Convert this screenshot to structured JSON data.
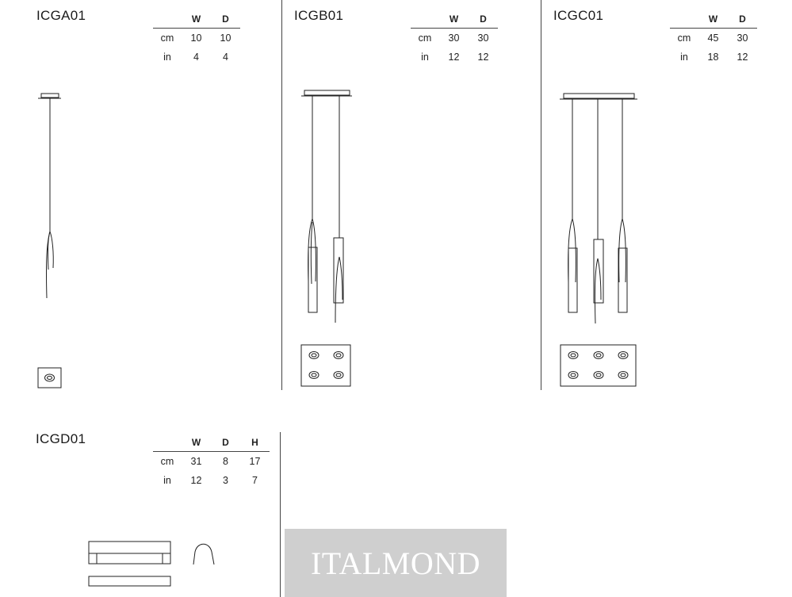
{
  "products": [
    {
      "code": "ICGA01",
      "headers": [
        "W",
        "D"
      ],
      "rows": [
        {
          "unit": "cm",
          "values": [
            "10",
            "10"
          ]
        },
        {
          "unit": "in",
          "values": [
            "4",
            "4"
          ]
        }
      ]
    },
    {
      "code": "ICGB01",
      "headers": [
        "W",
        "D"
      ],
      "rows": [
        {
          "unit": "cm",
          "values": [
            "30",
            "30"
          ]
        },
        {
          "unit": "in",
          "values": [
            "12",
            "12"
          ]
        }
      ]
    },
    {
      "code": "ICGC01",
      "headers": [
        "W",
        "D"
      ],
      "rows": [
        {
          "unit": "cm",
          "values": [
            "45",
            "30"
          ]
        },
        {
          "unit": "in",
          "values": [
            "18",
            "12"
          ]
        }
      ]
    },
    {
      "code": "ICGD01",
      "headers": [
        "W",
        "D",
        "H"
      ],
      "rows": [
        {
          "unit": "cm",
          "values": [
            "31",
            "8",
            "17"
          ]
        },
        {
          "unit": "in",
          "values": [
            "12",
            "3",
            "7"
          ]
        }
      ]
    }
  ],
  "brand": {
    "name": "ITALMOND"
  },
  "colors": {
    "line": "#222222",
    "divider": "#444444",
    "brand_bg": "#cfcfcf",
    "brand_text": "#ffffff"
  }
}
